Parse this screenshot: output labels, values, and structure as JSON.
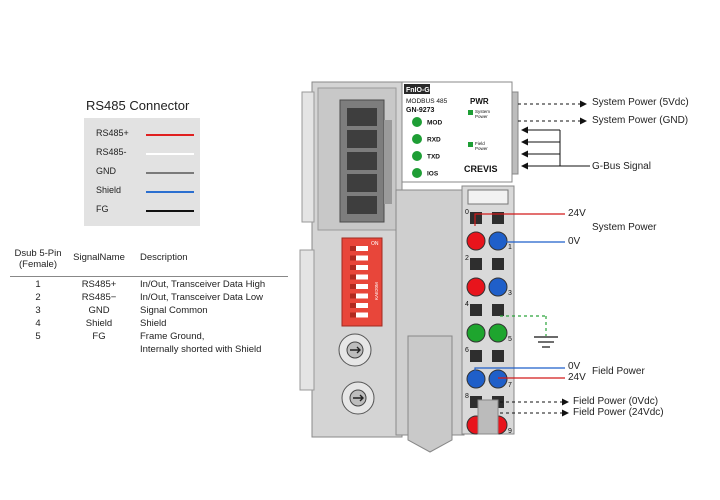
{
  "connector": {
    "title": "RS485 Connector",
    "wires": [
      {
        "label": "RS485+",
        "color": "#e02020"
      },
      {
        "label": "RS485-",
        "color": "#ffffff"
      },
      {
        "label": "GND",
        "color": "#7a7a7a"
      },
      {
        "label": "Shield",
        "color": "#2b6fd0"
      },
      {
        "label": "FG",
        "color": "#111111"
      }
    ]
  },
  "pin_table": {
    "headers": {
      "pin": "Dsub 5-Pin\n(Female)",
      "signal": "SignalName",
      "desc": "Description"
    },
    "rows": [
      {
        "pin": "1",
        "signal": "RS485+",
        "desc": "In/Out, Transceiver Data High"
      },
      {
        "pin": "2",
        "signal": "RS485−",
        "desc": "In/Out, Transceiver Data Low"
      },
      {
        "pin": "3",
        "signal": "GND",
        "desc": "Signal Common"
      },
      {
        "pin": "4",
        "signal": "Shield",
        "desc": "Shield"
      },
      {
        "pin": "5",
        "signal": "FG",
        "desc": "Frame Ground,"
      },
      {
        "pin": "",
        "signal": "",
        "desc": "Internally shorted with Shield"
      }
    ]
  },
  "module": {
    "brand_logo": "FnIO-G",
    "protocol": "MODBUS 485",
    "model": "GN-9273",
    "leds": [
      "MOD",
      "RXD",
      "TXD",
      "IOS"
    ],
    "pwr_title": "PWR",
    "system_power_led": "System\nPower",
    "field_power_led": "Field\nPower",
    "maker": "CREVIS",
    "dip_label": "ON",
    "dip_maker": "KAE20M"
  },
  "terminal_numbers": [
    "0",
    "1",
    "2",
    "3",
    "4",
    "5",
    "6",
    "7",
    "8",
    "9"
  ],
  "annotations": {
    "system_power_5v": "System Power (5Vdc)",
    "system_power_gnd": "System Power (GND)",
    "gbus_signal": "G-Bus Signal",
    "v24_top": "24V",
    "v0_top": "0V",
    "system_power": "System Power",
    "v0_bottom": "0V",
    "v24_bottom": "24V",
    "field_power": "Field Power",
    "field_power_0v": "Field Power (0Vdc)",
    "field_power_24v": "Field Power (24Vdc)"
  },
  "colors": {
    "red_terminal": "#e8141c",
    "blue_terminal": "#1f5fc9",
    "green_terminal": "#1ea52e",
    "led_green": "#1e9e35",
    "housing": "#d4d4d4",
    "housing_dark": "#a8a8a8",
    "dip_red": "#e8463a",
    "gnd_green": "#2aa33a"
  }
}
